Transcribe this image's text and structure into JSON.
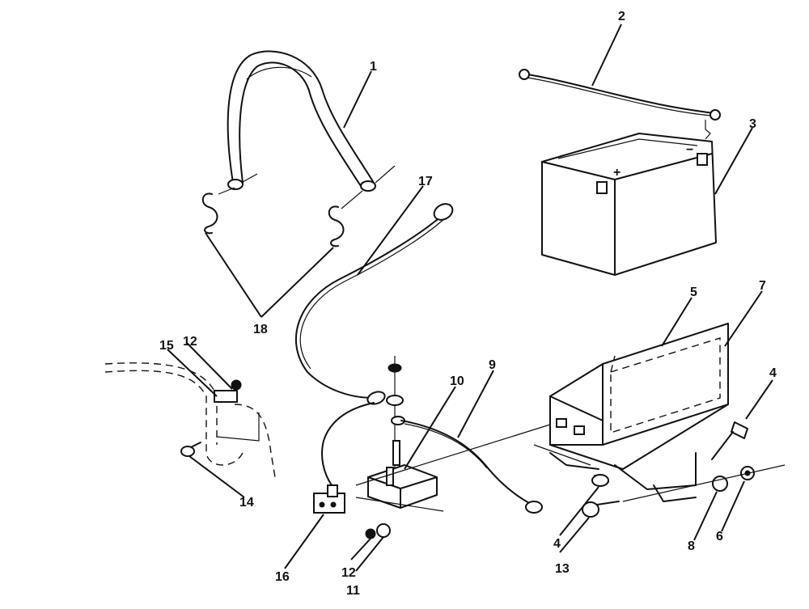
{
  "callouts": [
    {
      "id": "c1",
      "text": "1",
      "part": "battery-strap"
    },
    {
      "id": "c2",
      "text": "2",
      "part": "ground-cable"
    },
    {
      "id": "c3",
      "text": "3",
      "part": "battery"
    },
    {
      "id": "c4a",
      "text": "4",
      "part": "bolt"
    },
    {
      "id": "c4b",
      "text": "4",
      "part": "bolt"
    },
    {
      "id": "c5",
      "text": "5",
      "part": "battery-pad"
    },
    {
      "id": "c6",
      "text": "6",
      "part": "nut"
    },
    {
      "id": "c7",
      "text": "7",
      "part": "battery-box"
    },
    {
      "id": "c8",
      "text": "8",
      "part": "washer"
    },
    {
      "id": "c9",
      "text": "9",
      "part": "cable"
    },
    {
      "id": "c10",
      "text": "10",
      "part": "stud"
    },
    {
      "id": "c11",
      "text": "11",
      "part": "washer"
    },
    {
      "id": "c12a",
      "text": "12",
      "part": "nut"
    },
    {
      "id": "c12b",
      "text": "12",
      "part": "nut"
    },
    {
      "id": "c13",
      "text": "13",
      "part": "carriage-bolt"
    },
    {
      "id": "c14",
      "text": "14",
      "part": "bolt"
    },
    {
      "id": "c15",
      "text": "15",
      "part": "clip"
    },
    {
      "id": "c16",
      "text": "16",
      "part": "connector"
    },
    {
      "id": "c17",
      "text": "17",
      "part": "positive-cable"
    },
    {
      "id": "c18",
      "text": "18",
      "part": "s-hooks"
    }
  ],
  "battery_terminal_marks": {
    "positive": "+",
    "negative": "−"
  },
  "colors": {
    "ink": "#111111",
    "paper": "#ffffff"
  }
}
